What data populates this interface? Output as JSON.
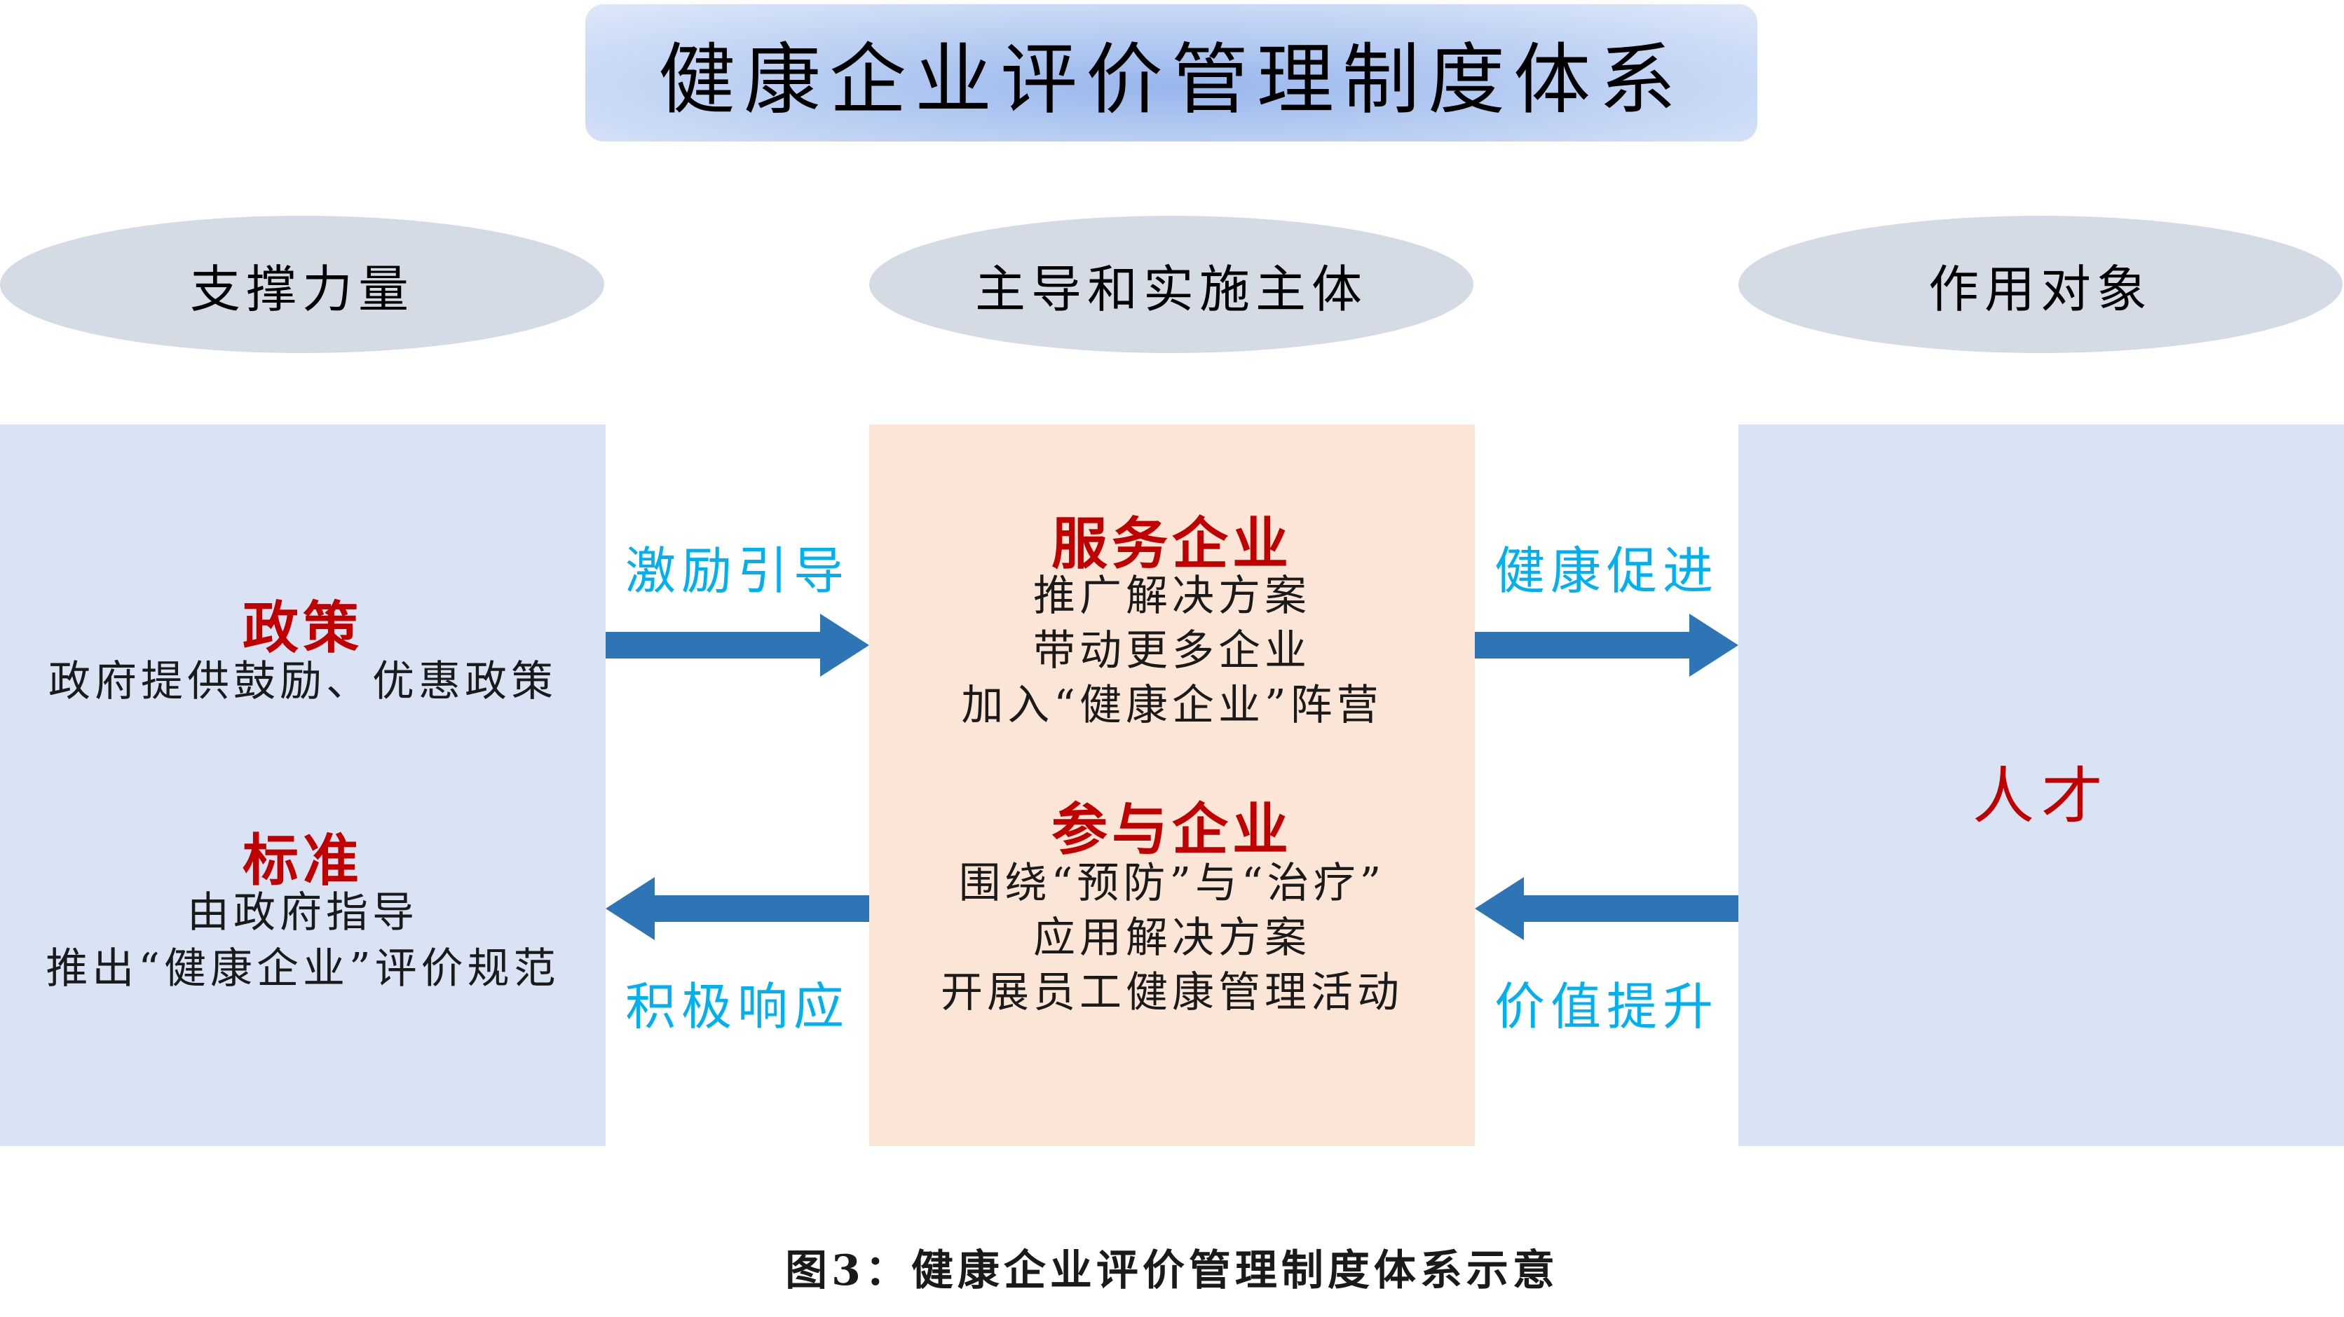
{
  "title": "健康企业评价管理制度体系",
  "columns": {
    "left_header": "支撑力量",
    "middle_header": "主导和实施主体",
    "right_header": "作用对象"
  },
  "left_panel": {
    "policy_heading": "政策",
    "policy_text": "政府提供鼓励、优惠政策",
    "standard_heading": "标准",
    "standard_lines": [
      "由政府指导",
      "推出“健康企业”评价规范"
    ]
  },
  "middle_panel": {
    "service_heading": "服务企业",
    "service_lines": [
      "推广解决方案",
      "带动更多企业",
      "加入“健康企业”阵营"
    ],
    "participant_heading": "参与企业",
    "participant_lines": [
      "围绕“预防”与“治疗”",
      "应用解决方案",
      "开展员工健康管理活动"
    ]
  },
  "right_panel": {
    "target": "人才"
  },
  "arrows": {
    "left_to_mid_label": "激励引导",
    "mid_to_left_label": "积极响应",
    "mid_to_right_label": "健康促进",
    "right_to_mid_label": "价值提升"
  },
  "colors": {
    "arrow": "#2e75b6",
    "red_text": "#c00000",
    "label_blue": "#00b0f0",
    "blue_panel": "#dae3f3",
    "peach_panel": "#fbe5d6",
    "ellipse": "#d5dbe5"
  },
  "caption": "图3：健康企业评价管理制度体系示意"
}
